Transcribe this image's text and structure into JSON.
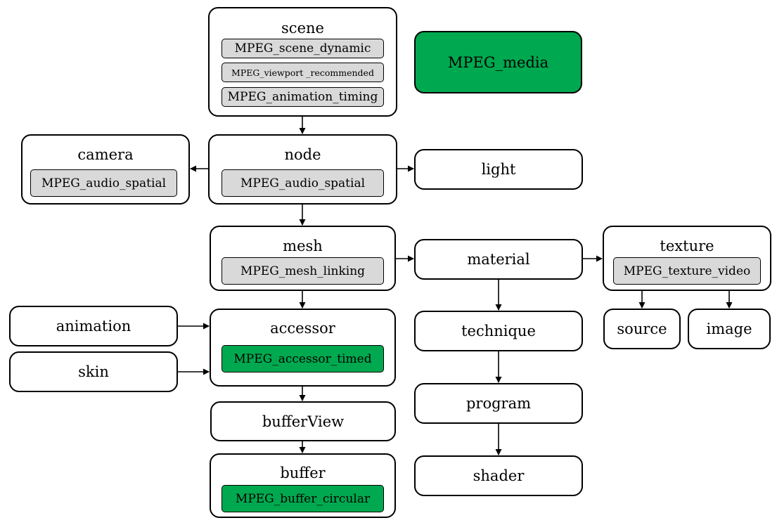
{
  "nodes": {
    "scene": {
      "title": "scene",
      "extensions": [
        "MPEG_scene_dynamic",
        "MPEG_viewport _recommended",
        "MPEG_animation_timing"
      ]
    },
    "mpeg_media": {
      "title": "MPEG_media"
    },
    "camera": {
      "title": "camera",
      "extensions": [
        "MPEG_audio_spatial"
      ]
    },
    "node": {
      "title": "node",
      "extensions": [
        "MPEG_audio_spatial"
      ]
    },
    "light": {
      "title": "light"
    },
    "mesh": {
      "title": "mesh",
      "extensions": [
        "MPEG_mesh_linking"
      ]
    },
    "material": {
      "title": "material"
    },
    "texture": {
      "title": "texture",
      "extensions": [
        "MPEG_texture_video"
      ]
    },
    "animation": {
      "title": "animation"
    },
    "skin": {
      "title": "skin"
    },
    "accessor": {
      "title": "accessor",
      "extensions": [
        "MPEG_accessor_timed"
      ]
    },
    "technique": {
      "title": "technique"
    },
    "source": {
      "title": "source"
    },
    "image": {
      "title": "image"
    },
    "bufferView": {
      "title": "bufferView"
    },
    "program": {
      "title": "program"
    },
    "buffer": {
      "title": "buffer",
      "extensions": [
        "MPEG_buffer_circular"
      ]
    },
    "shader": {
      "title": "shader"
    }
  },
  "edges": [
    [
      "scene",
      "node"
    ],
    [
      "node",
      "camera"
    ],
    [
      "node",
      "light"
    ],
    [
      "node",
      "mesh"
    ],
    [
      "mesh",
      "material"
    ],
    [
      "mesh",
      "accessor"
    ],
    [
      "material",
      "texture"
    ],
    [
      "material",
      "technique"
    ],
    [
      "texture",
      "source"
    ],
    [
      "texture",
      "image"
    ],
    [
      "animation",
      "accessor"
    ],
    [
      "skin",
      "accessor"
    ],
    [
      "accessor",
      "bufferView"
    ],
    [
      "technique",
      "program"
    ],
    [
      "bufferView",
      "buffer"
    ],
    [
      "program",
      "shader"
    ]
  ],
  "colors": {
    "extension_gray": "#d9d9d9",
    "extension_green": "#00a94f",
    "border": "#000000"
  }
}
